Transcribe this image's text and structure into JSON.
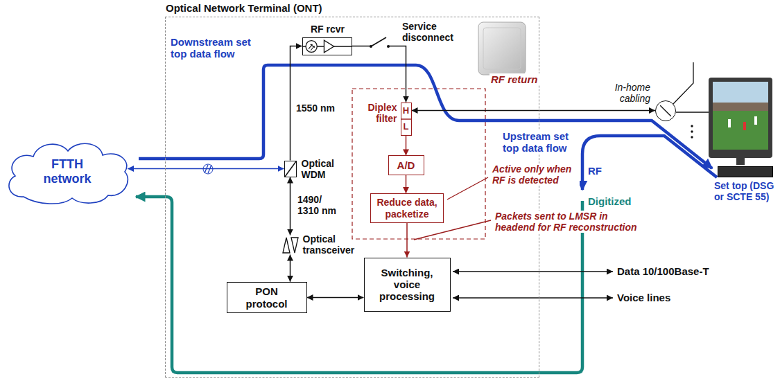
{
  "diagram": {
    "nodes": [
      {
        "text": [
          "FTTH network"
        ]
      },
      {
        "text": [
          "Optical Network Terminal (ONT)"
        ]
      },
      {
        "text": [
          "RF rcvr"
        ],
        "in": 1
      },
      {
        "text": [
          "Optical WDM"
        ],
        "in": 1
      },
      {
        "text": [
          "Diplex filter",
          "H",
          "L"
        ],
        "in": 1
      },
      {
        "text": [
          "A/D"
        ],
        "in": 1
      },
      {
        "text": [
          "Reduce data, packetize"
        ],
        "in": 1
      },
      {
        "text": [
          "Optical transceiver"
        ],
        "in": 1
      },
      {
        "text": [
          "PON protocol"
        ],
        "in": 1
      },
      {
        "text": [
          "Switching, voice processing"
        ],
        "in": 1
      },
      {
        "text": [
          "In-home cabling"
        ]
      },
      {
        "text": [
          "Set top (DSG or SCTE 55)"
        ]
      }
    ],
    "edges": [
      {
        "from": 0,
        "to": 3,
        "arrow": "both"
      },
      {
        "from": 3,
        "to": 2,
        "label": "1550 nm",
        "arrow": "to"
      },
      {
        "from": 3,
        "to": 7,
        "label": "1490/ 1310 nm",
        "arrow": "both"
      },
      {
        "from": 7,
        "to": 8,
        "arrow": "both"
      },
      {
        "from": 8,
        "to": 9,
        "arrow": "both"
      },
      {
        "from": 2,
        "to": 4,
        "arrow": "to"
      },
      {
        "from": 4,
        "to": 10,
        "arrow": "both"
      },
      {
        "from": 4,
        "to": 5,
        "arrow": "to"
      },
      {
        "from": 5,
        "to": 6,
        "arrow": "to"
      },
      {
        "from": 6,
        "to": 9,
        "arrow": "to"
      }
    ],
    "labels": [
      "Downstream set top data flow",
      "Service disconnect",
      "RF return",
      "Upstream set top data flow",
      "RF",
      "Digitized",
      "Active only when RF is detected",
      "Packets sent to LMSR in headend for RF reconstruction",
      "Data 10/100Base-T",
      "Voice lines"
    ]
  }
}
